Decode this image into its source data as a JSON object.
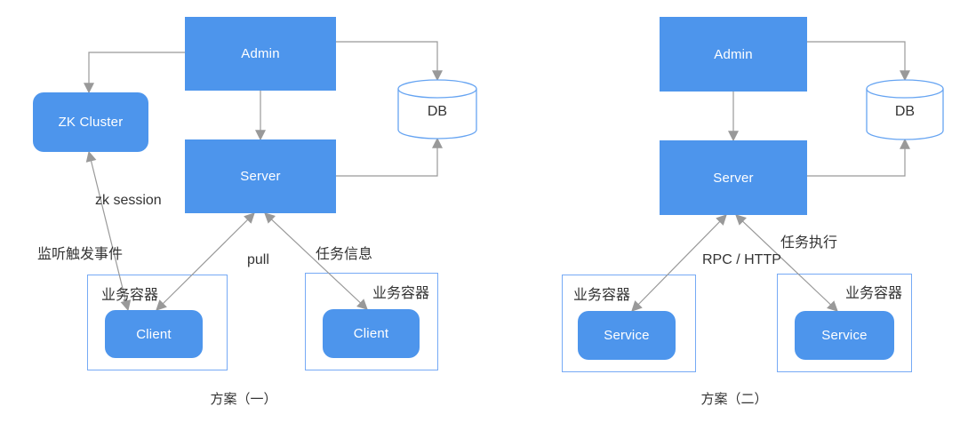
{
  "colors": {
    "node_fill": "#4d95ec",
    "node_text": "#ffffff",
    "container_border": "#76aaf5",
    "db_stroke": "#66a4f2",
    "arrow": "#999999",
    "label_text": "#333333"
  },
  "left_diagram": {
    "caption": "方案（一）",
    "nodes": {
      "admin": "Admin",
      "zk_cluster": "ZK Cluster",
      "server": "Server",
      "db": "DB",
      "container_1_label": "业务容器",
      "client_1": "Client",
      "container_2_label": "业务容器",
      "client_2": "Client"
    },
    "edge_labels": {
      "zk_session": "zk session",
      "listen_trigger": "监听触发事件",
      "pull": "pull",
      "task_info": "任务信息"
    }
  },
  "right_diagram": {
    "caption": "方案（二）",
    "nodes": {
      "admin": "Admin",
      "server": "Server",
      "db": "DB",
      "container_1_label": "业务容器",
      "service_1": "Service",
      "container_2_label": "业务容器",
      "service_2": "Service"
    },
    "edge_labels": {
      "rpc_http": "RPC / HTTP",
      "task_exec": "任务执行"
    }
  }
}
